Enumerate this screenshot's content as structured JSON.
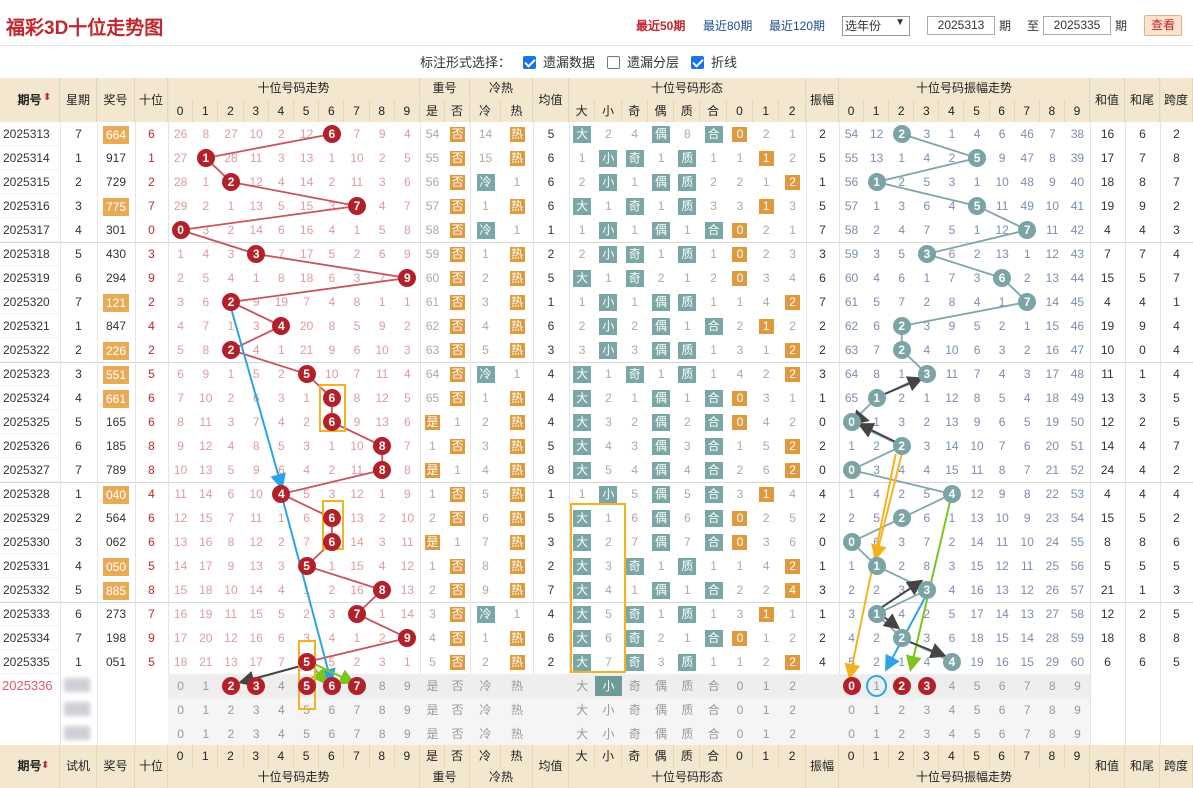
{
  "title": "福彩3D十位走势图",
  "ranges": [
    "最近50期",
    "最近80期",
    "最近120期"
  ],
  "year_select": "选年份",
  "period_from": "2025313",
  "period_to": "2025335",
  "period_label": "期",
  "to_label": "至",
  "query_button": "查看",
  "options_label": "标注形式选择：",
  "options": [
    {
      "label": "遗漏数据",
      "checked": true
    },
    {
      "label": "遗漏分层",
      "checked": false
    },
    {
      "label": "折线",
      "checked": true
    }
  ],
  "headers": {
    "period": "期号",
    "weekday": "星期",
    "prize": "奖号",
    "tens": "十位",
    "trend": "十位号码走势",
    "repeat": "重号",
    "coldhot": "冷热",
    "avg": "均值",
    "shape": "十位号码形态",
    "amp": "振幅",
    "amptrend": "十位号码振幅走势",
    "sum": "和值",
    "tail": "和尾",
    "span": "跨度",
    "shi": "是",
    "fou": "否",
    "leng": "冷",
    "re": "热",
    "da": "大",
    "xiao": "小",
    "ji": "奇",
    "ou": "偶",
    "zhi": "质",
    "he": "合",
    "testnum": "试机",
    "digits": [
      "0",
      "1",
      "2",
      "3",
      "4",
      "5",
      "6",
      "7",
      "8",
      "9"
    ],
    "m3": [
      "0",
      "1",
      "2"
    ]
  },
  "rows": [
    {
      "p": "2025313",
      "w": "7",
      "n": "664",
      "t": 6,
      "hl": true,
      "tr": [
        "26",
        "8",
        "27",
        "10",
        "2",
        "12",
        "6",
        "7",
        "9",
        "4"
      ],
      "rep": [
        "54",
        "否"
      ],
      "ch": [
        "14",
        "热"
      ],
      "avg": "5",
      "sh": [
        "大",
        "2",
        "4",
        "偶",
        "8",
        "合",
        "0",
        "2",
        "1"
      ],
      "amp": "2",
      "at": [
        "54",
        "12",
        "2",
        "3",
        "1",
        "4",
        "6",
        "46",
        "7",
        "38"
      ],
      "ap": 2,
      "sum": "16",
      "tail": "6",
      "span": "2"
    },
    {
      "p": "2025314",
      "w": "1",
      "n": "917",
      "t": 1,
      "hl": false,
      "tr": [
        "27",
        "1",
        "28",
        "11",
        "3",
        "13",
        "1",
        "10",
        "2",
        "5"
      ],
      "rep": [
        "55",
        "否"
      ],
      "ch": [
        "15",
        "热"
      ],
      "avg": "6",
      "sh": [
        "1",
        "小",
        "奇",
        "1",
        "质",
        "1",
        "1",
        "1",
        "2"
      ],
      "amp": "5",
      "at": [
        "55",
        "13",
        "1",
        "4",
        "2",
        "5",
        "9",
        "47",
        "8",
        "39"
      ],
      "ap": 5,
      "sum": "17",
      "tail": "7",
      "span": "8"
    },
    {
      "p": "2025315",
      "w": "2",
      "n": "729",
      "t": 2,
      "hl": false,
      "tr": [
        "28",
        "1",
        "2",
        "12",
        "4",
        "14",
        "2",
        "11",
        "3",
        "6"
      ],
      "rep": [
        "56",
        "否"
      ],
      "ch": [
        "冷",
        "1"
      ],
      "avg": "6",
      "sh": [
        "2",
        "小",
        "1",
        "偶",
        "质",
        "2",
        "2",
        "1",
        "2"
      ],
      "amp": "1",
      "at": [
        "56",
        "1",
        "2",
        "5",
        "3",
        "1",
        "10",
        "48",
        "9",
        "40"
      ],
      "ap": 1,
      "sum": "18",
      "tail": "8",
      "span": "7"
    },
    {
      "p": "2025316",
      "w": "3",
      "n": "775",
      "t": 7,
      "hl": true,
      "tr": [
        "29",
        "2",
        "1",
        "13",
        "5",
        "15",
        "3",
        "7",
        "4",
        "7"
      ],
      "rep": [
        "57",
        "否"
      ],
      "ch": [
        "1",
        "热"
      ],
      "avg": "6",
      "sh": [
        "大",
        "1",
        "奇",
        "1",
        "质",
        "3",
        "3",
        "1",
        "3"
      ],
      "amp": "5",
      "at": [
        "57",
        "1",
        "3",
        "6",
        "4",
        "5",
        "11",
        "49",
        "10",
        "41"
      ],
      "ap": 5,
      "sum": "19",
      "tail": "9",
      "span": "2"
    },
    {
      "p": "2025317",
      "w": "4",
      "n": "301",
      "t": 0,
      "hl": false,
      "tr": [
        "0",
        "3",
        "2",
        "14",
        "6",
        "16",
        "4",
        "1",
        "5",
        "8"
      ],
      "rep": [
        "58",
        "否"
      ],
      "ch": [
        "冷",
        "1"
      ],
      "avg": "1",
      "sh": [
        "1",
        "小",
        "1",
        "偶",
        "1",
        "合",
        "0",
        "2",
        "1"
      ],
      "amp": "7",
      "at": [
        "58",
        "2",
        "4",
        "7",
        "5",
        "1",
        "12",
        "7",
        "11",
        "42"
      ],
      "ap": 7,
      "sum": "4",
      "tail": "4",
      "span": "3"
    },
    {
      "p": "2025318",
      "w": "5",
      "n": "430",
      "t": 3,
      "hl": false,
      "tr": [
        "1",
        "4",
        "3",
        "3",
        "7",
        "17",
        "5",
        "2",
        "6",
        "9"
      ],
      "rep": [
        "59",
        "否"
      ],
      "ch": [
        "1",
        "热"
      ],
      "avg": "2",
      "sh": [
        "2",
        "小",
        "奇",
        "1",
        "质",
        "1",
        "0",
        "2",
        "3"
      ],
      "amp": "3",
      "at": [
        "59",
        "3",
        "5",
        "3",
        "6",
        "2",
        "13",
        "1",
        "12",
        "43"
      ],
      "ap": 3,
      "sum": "7",
      "tail": "7",
      "span": "4"
    },
    {
      "p": "2025319",
      "w": "6",
      "n": "294",
      "t": 9,
      "hl": false,
      "tr": [
        "2",
        "5",
        "4",
        "1",
        "8",
        "18",
        "6",
        "3",
        "7",
        "9"
      ],
      "rep": [
        "60",
        "否"
      ],
      "ch": [
        "2",
        "热"
      ],
      "avg": "5",
      "sh": [
        "大",
        "1",
        "奇",
        "2",
        "1",
        "2",
        "0",
        "3",
        "4"
      ],
      "amp": "6",
      "at": [
        "60",
        "4",
        "6",
        "1",
        "7",
        "3",
        "6",
        "2",
        "13",
        "44"
      ],
      "ap": 6,
      "sum": "15",
      "tail": "5",
      "span": "7"
    },
    {
      "p": "2025320",
      "w": "7",
      "n": "121",
      "t": 2,
      "hl": true,
      "tr": [
        "3",
        "6",
        "2",
        "9",
        "19",
        "7",
        "4",
        "8",
        "1",
        "1"
      ],
      "rep": [
        "61",
        "否"
      ],
      "ch": [
        "3",
        "热"
      ],
      "avg": "1",
      "sh": [
        "1",
        "小",
        "1",
        "偶",
        "质",
        "1",
        "1",
        "4",
        "2"
      ],
      "amp": "7",
      "at": [
        "61",
        "5",
        "7",
        "2",
        "8",
        "4",
        "1",
        "7",
        "14",
        "45"
      ],
      "ap": 7,
      "sum": "4",
      "tail": "4",
      "span": "1"
    },
    {
      "p": "2025321",
      "w": "1",
      "n": "847",
      "t": 4,
      "hl": false,
      "tr": [
        "4",
        "7",
        "1",
        "3",
        "4",
        "20",
        "8",
        "5",
        "9",
        "2"
      ],
      "rep": [
        "62",
        "否"
      ],
      "ch": [
        "4",
        "热"
      ],
      "avg": "6",
      "sh": [
        "2",
        "小",
        "2",
        "偶",
        "1",
        "合",
        "2",
        "1",
        "2"
      ],
      "amp": "2",
      "at": [
        "62",
        "6",
        "2",
        "3",
        "9",
        "5",
        "2",
        "1",
        "15",
        "46"
      ],
      "ap": 2,
      "sum": "19",
      "tail": "9",
      "span": "4"
    },
    {
      "p": "2025322",
      "w": "2",
      "n": "226",
      "t": 2,
      "hl": true,
      "tr": [
        "5",
        "8",
        "2",
        "4",
        "1",
        "21",
        "9",
        "6",
        "10",
        "3"
      ],
      "rep": [
        "63",
        "否"
      ],
      "ch": [
        "5",
        "热"
      ],
      "avg": "3",
      "sh": [
        "3",
        "小",
        "3",
        "偶",
        "质",
        "1",
        "3",
        "1",
        "2"
      ],
      "amp": "2",
      "at": [
        "63",
        "7",
        "2",
        "4",
        "10",
        "6",
        "3",
        "2",
        "16",
        "47"
      ],
      "ap": 2,
      "sum": "10",
      "tail": "0",
      "span": "4"
    },
    {
      "p": "2025323",
      "w": "3",
      "n": "551",
      "t": 5,
      "hl": true,
      "tr": [
        "6",
        "9",
        "1",
        "5",
        "2",
        "5",
        "10",
        "7",
        "11",
        "4"
      ],
      "rep": [
        "64",
        "否"
      ],
      "ch": [
        "冷",
        "1"
      ],
      "avg": "4",
      "sh": [
        "大",
        "1",
        "奇",
        "1",
        "质",
        "1",
        "4",
        "2",
        "2"
      ],
      "amp": "3",
      "at": [
        "64",
        "8",
        "1",
        "3",
        "11",
        "7",
        "4",
        "3",
        "17",
        "48"
      ],
      "ap": 3,
      "sum": "11",
      "tail": "1",
      "span": "4"
    },
    {
      "p": "2025324",
      "w": "4",
      "n": "661",
      "t": 6,
      "hl": true,
      "tr": [
        "7",
        "10",
        "2",
        "6",
        "3",
        "1",
        "6",
        "8",
        "12",
        "5"
      ],
      "rep": [
        "65",
        "否"
      ],
      "ch": [
        "1",
        "热"
      ],
      "avg": "4",
      "sh": [
        "大",
        "2",
        "1",
        "偶",
        "1",
        "合",
        "0",
        "3",
        "1"
      ],
      "amp": "1",
      "at": [
        "65",
        "1",
        "2",
        "1",
        "12",
        "8",
        "5",
        "4",
        "18",
        "49"
      ],
      "ap": 1,
      "sum": "13",
      "tail": "3",
      "span": "5"
    },
    {
      "p": "2025325",
      "w": "5",
      "n": "165",
      "t": 6,
      "hl": false,
      "tr": [
        "8",
        "11",
        "3",
        "7",
        "4",
        "2",
        "6",
        "9",
        "13",
        "6"
      ],
      "rep": [
        "是",
        "1"
      ],
      "ch": [
        "2",
        "热"
      ],
      "avg": "4",
      "sh": [
        "大",
        "3",
        "2",
        "偶",
        "2",
        "合",
        "0",
        "4",
        "2"
      ],
      "amp": "0",
      "at": [
        "0",
        "1",
        "3",
        "2",
        "13",
        "9",
        "6",
        "5",
        "19",
        "50"
      ],
      "ap": 0,
      "sum": "12",
      "tail": "2",
      "span": "5"
    },
    {
      "p": "2025326",
      "w": "6",
      "n": "185",
      "t": 8,
      "hl": false,
      "tr": [
        "9",
        "12",
        "4",
        "8",
        "5",
        "3",
        "1",
        "10",
        "8",
        "7"
      ],
      "rep": [
        "1",
        "否"
      ],
      "ch": [
        "3",
        "热"
      ],
      "avg": "5",
      "sh": [
        "大",
        "4",
        "3",
        "偶",
        "3",
        "合",
        "1",
        "5",
        "2"
      ],
      "amp": "2",
      "at": [
        "1",
        "2",
        "2",
        "3",
        "14",
        "10",
        "7",
        "6",
        "20",
        "51"
      ],
      "ap": 2,
      "sum": "14",
      "tail": "4",
      "span": "7"
    },
    {
      "p": "2025327",
      "w": "7",
      "n": "789",
      "t": 8,
      "hl": false,
      "tr": [
        "10",
        "13",
        "5",
        "9",
        "6",
        "4",
        "2",
        "11",
        "8",
        "8"
      ],
      "rep": [
        "是",
        "1"
      ],
      "ch": [
        "4",
        "热"
      ],
      "avg": "8",
      "sh": [
        "大",
        "5",
        "4",
        "偶",
        "4",
        "合",
        "2",
        "6",
        "2"
      ],
      "amp": "0",
      "at": [
        "0",
        "3",
        "4",
        "4",
        "15",
        "11",
        "8",
        "7",
        "21",
        "52"
      ],
      "ap": 0,
      "sum": "24",
      "tail": "4",
      "span": "2"
    },
    {
      "p": "2025328",
      "w": "1",
      "n": "040",
      "t": 4,
      "hl": true,
      "tr": [
        "11",
        "14",
        "6",
        "10",
        "4",
        "5",
        "3",
        "12",
        "1",
        "9"
      ],
      "rep": [
        "1",
        "否"
      ],
      "ch": [
        "5",
        "热"
      ],
      "avg": "1",
      "sh": [
        "1",
        "小",
        "5",
        "偶",
        "5",
        "合",
        "3",
        "1",
        "4"
      ],
      "amp": "4",
      "at": [
        "1",
        "4",
        "2",
        "5",
        "4",
        "12",
        "9",
        "8",
        "22",
        "53"
      ],
      "ap": 4,
      "sum": "4",
      "tail": "4",
      "span": "4"
    },
    {
      "p": "2025329",
      "w": "2",
      "n": "564",
      "t": 6,
      "hl": false,
      "tr": [
        "12",
        "15",
        "7",
        "11",
        "1",
        "6",
        "6",
        "13",
        "2",
        "10"
      ],
      "rep": [
        "2",
        "否"
      ],
      "ch": [
        "6",
        "热"
      ],
      "avg": "5",
      "sh": [
        "大",
        "1",
        "6",
        "偶",
        "6",
        "合",
        "0",
        "2",
        "5"
      ],
      "amp": "2",
      "at": [
        "2",
        "5",
        "2",
        "6",
        "1",
        "13",
        "10",
        "9",
        "23",
        "54"
      ],
      "ap": 2,
      "sum": "15",
      "tail": "5",
      "span": "2"
    },
    {
      "p": "2025330",
      "w": "3",
      "n": "062",
      "t": 6,
      "hl": false,
      "tr": [
        "13",
        "16",
        "8",
        "12",
        "2",
        "7",
        "6",
        "14",
        "3",
        "11"
      ],
      "rep": [
        "是",
        "1"
      ],
      "ch": [
        "7",
        "热"
      ],
      "avg": "3",
      "sh": [
        "大",
        "2",
        "7",
        "偶",
        "7",
        "合",
        "0",
        "3",
        "6"
      ],
      "amp": "0",
      "at": [
        "0",
        "6",
        "3",
        "7",
        "2",
        "14",
        "11",
        "10",
        "24",
        "55"
      ],
      "ap": 0,
      "sum": "8",
      "tail": "8",
      "span": "6"
    },
    {
      "p": "2025331",
      "w": "4",
      "n": "050",
      "t": 5,
      "hl": true,
      "tr": [
        "14",
        "17",
        "9",
        "13",
        "3",
        "5",
        "1",
        "15",
        "4",
        "12"
      ],
      "rep": [
        "1",
        "否"
      ],
      "ch": [
        "8",
        "热"
      ],
      "avg": "2",
      "sh": [
        "大",
        "3",
        "奇",
        "1",
        "质",
        "1",
        "1",
        "4",
        "2"
      ],
      "amp": "1",
      "at": [
        "1",
        "1",
        "2",
        "8",
        "3",
        "15",
        "12",
        "11",
        "25",
        "56"
      ],
      "ap": 1,
      "sum": "5",
      "tail": "5",
      "span": "5"
    },
    {
      "p": "2025332",
      "w": "5",
      "n": "885",
      "t": 8,
      "hl": true,
      "tr": [
        "15",
        "18",
        "10",
        "14",
        "4",
        "1",
        "2",
        "16",
        "8",
        "13"
      ],
      "rep": [
        "2",
        "否"
      ],
      "ch": [
        "9",
        "热"
      ],
      "avg": "7",
      "sh": [
        "大",
        "4",
        "1",
        "偶",
        "1",
        "合",
        "2",
        "2",
        "4"
      ],
      "amp": "3",
      "at": [
        "2",
        "2",
        "3",
        "3",
        "4",
        "16",
        "13",
        "12",
        "26",
        "57"
      ],
      "ap": 3,
      "sum": "21",
      "tail": "1",
      "span": "3"
    },
    {
      "p": "2025333",
      "w": "6",
      "n": "273",
      "t": 7,
      "hl": false,
      "tr": [
        "16",
        "19",
        "11",
        "15",
        "5",
        "2",
        "3",
        "7",
        "1",
        "14"
      ],
      "rep": [
        "3",
        "否"
      ],
      "ch": [
        "冷",
        "1"
      ],
      "avg": "4",
      "sh": [
        "大",
        "5",
        "奇",
        "1",
        "质",
        "1",
        "3",
        "1",
        "1"
      ],
      "amp": "1",
      "at": [
        "3",
        "1",
        "4",
        "2",
        "5",
        "17",
        "14",
        "13",
        "27",
        "58"
      ],
      "ap": 1,
      "sum": "12",
      "tail": "2",
      "span": "5"
    },
    {
      "p": "2025334",
      "w": "7",
      "n": "198",
      "t": 9,
      "hl": false,
      "tr": [
        "17",
        "20",
        "12",
        "16",
        "6",
        "3",
        "4",
        "1",
        "2",
        "9"
      ],
      "rep": [
        "4",
        "否"
      ],
      "ch": [
        "1",
        "热"
      ],
      "avg": "6",
      "sh": [
        "大",
        "6",
        "奇",
        "2",
        "1",
        "合",
        "0",
        "1",
        "2"
      ],
      "amp": "2",
      "at": [
        "4",
        "2",
        "2",
        "3",
        "6",
        "18",
        "15",
        "14",
        "28",
        "59"
      ],
      "ap": 2,
      "sum": "18",
      "tail": "8",
      "span": "8"
    },
    {
      "p": "2025335",
      "w": "1",
      "n": "051",
      "t": 5,
      "hl": false,
      "tr": [
        "18",
        "21",
        "13",
        "17",
        "7",
        "5",
        "5",
        "2",
        "3",
        "1"
      ],
      "rep": [
        "5",
        "否"
      ],
      "ch": [
        "2",
        "热"
      ],
      "avg": "2",
      "sh": [
        "大",
        "7",
        "奇",
        "3",
        "质",
        "1",
        "1",
        "2",
        "2"
      ],
      "amp": "4",
      "at": [
        "5",
        "2",
        "1",
        "4",
        "4",
        "19",
        "16",
        "15",
        "29",
        "60"
      ],
      "ap": 4,
      "sum": "6",
      "tail": "6",
      "span": "5"
    }
  ],
  "next_period": "2025336",
  "predict_trend_balls": [
    "2",
    "3",
    "5",
    "6",
    "7"
  ],
  "predict_amp_balls": [
    "0",
    "2",
    "3"
  ],
  "xiao_selected": "小"
}
